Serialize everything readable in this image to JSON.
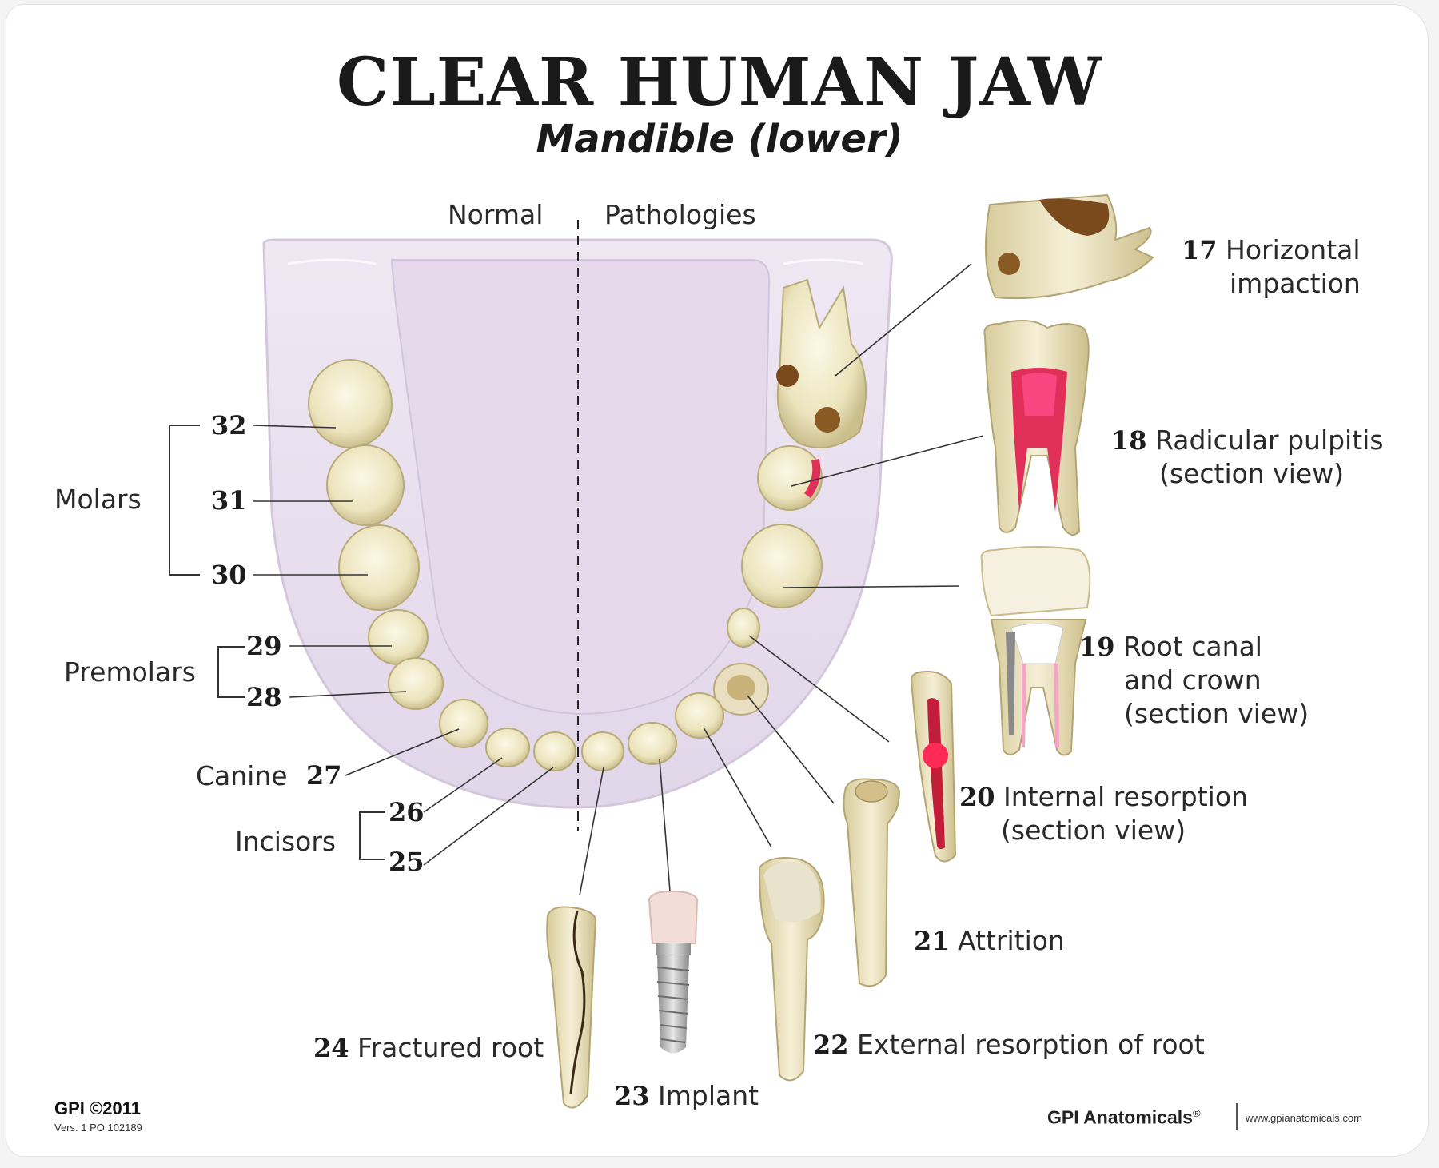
{
  "title": "CLEAR HUMAN JAW",
  "subtitle": "Mandible (lower)",
  "sections": {
    "normal": "Normal",
    "pathologies": "Pathologies"
  },
  "groups": {
    "molars": "Molars",
    "premolars": "Premolars",
    "canine": "Canine",
    "incisors": "Incisors"
  },
  "teeth_numbers": {
    "n32": "32",
    "n31": "31",
    "n30": "30",
    "n29": "29",
    "n28": "28",
    "n27": "27",
    "n26": "26",
    "n25": "25"
  },
  "pathologies": [
    {
      "number": "17",
      "line1": "Horizontal",
      "line2": "impaction",
      "line3": ""
    },
    {
      "number": "18",
      "line1": "Radicular pulpitis",
      "line2": "(section view)",
      "line3": ""
    },
    {
      "number": "19",
      "line1": "Root canal",
      "line2": "and crown",
      "line3": "(section view)"
    },
    {
      "number": "20",
      "line1": "Internal resorption",
      "line2": "(section view)",
      "line3": ""
    },
    {
      "number": "21",
      "line1": "Attrition",
      "line2": "",
      "line3": ""
    },
    {
      "number": "22",
      "line1": "External resorption of root",
      "line2": "",
      "line3": ""
    },
    {
      "number": "23",
      "line1": "Implant",
      "line2": "",
      "line3": ""
    },
    {
      "number": "24",
      "line1": "Fractured root",
      "line2": "",
      "line3": ""
    }
  ],
  "footer": {
    "copyright": "GPI ©2011",
    "version": "Vers. 1  PO 102189",
    "brand": "GPI Anatomicals",
    "registered": "®",
    "url": "www.gpianatomicals.com"
  },
  "colors": {
    "jaw_fill": "#e9dff0",
    "tooth": "#efe9c8",
    "pulp_red": "#e0305a",
    "decay": "#7a4a1c",
    "line": "#333333"
  }
}
